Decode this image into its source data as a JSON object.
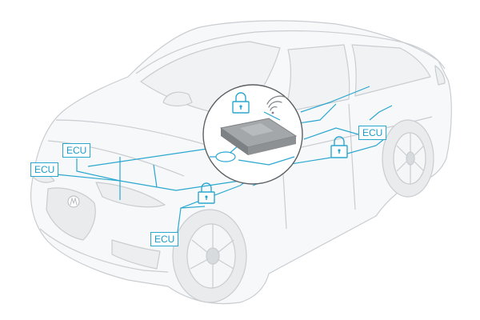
{
  "labels": {
    "ecu_1": "ECU",
    "ecu_2": "ECU",
    "ecu_3": "ECU",
    "ecu_4": "ECU"
  },
  "colors": {
    "network": "#2aa7cf",
    "label_text": "#1b9bc7",
    "car_outline": "#c9cdd1",
    "car_fill": "#f4f5f6",
    "gateway_module": "#8d9194"
  },
  "icons": [
    "padlock-icon",
    "wifi-icon",
    "car-logo-icon"
  ]
}
